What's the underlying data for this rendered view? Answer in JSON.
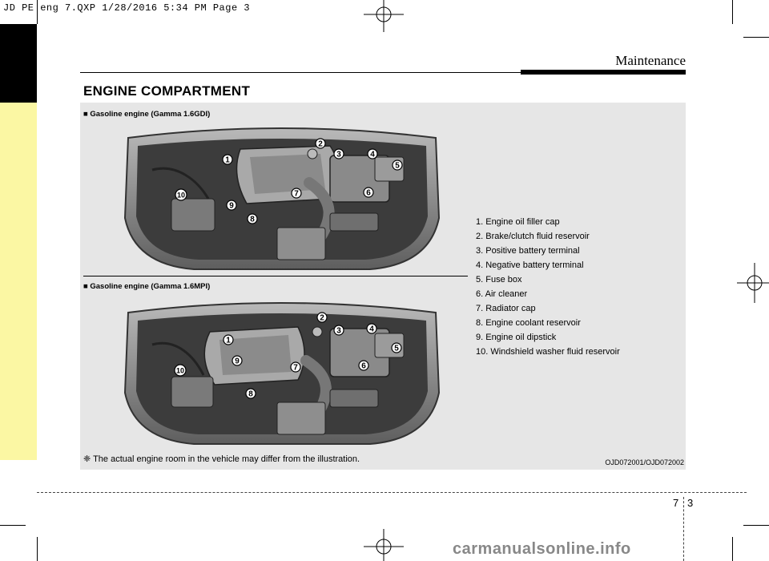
{
  "slug": "JD PE eng 7.QXP  1/28/2016  5:34 PM  Page 3",
  "header": {
    "section": "Maintenance"
  },
  "heading": "ENGINE COMPARTMENT",
  "captions": [
    "■ Gasoline engine (Gamma 1.6GDI)",
    "■ Gasoline engine (Gamma 1.6MPI)"
  ],
  "callouts_top": [
    "1",
    "2",
    "3",
    "4",
    "5",
    "6",
    "7",
    "8",
    "9",
    "10"
  ],
  "callouts_bottom": [
    "1",
    "2",
    "3",
    "4",
    "5",
    "6",
    "7",
    "8",
    "9",
    "10"
  ],
  "legend": [
    "1. Engine oil filler cap",
    "2. Brake/clutch fluid reservoir",
    "3. Positive battery terminal",
    "4. Negative battery terminal",
    "5. Fuse box",
    "6. Air cleaner",
    "7. Radiator cap",
    "8. Engine coolant reservoir",
    "9. Engine oil dipstick",
    "10. Windshield washer fluid reservoir"
  ],
  "note": "❈ The actual engine room in the vehicle may differ from the illustration.",
  "image_code": "OJD072001/OJD072002",
  "page": {
    "chapter": "7",
    "number": "3"
  },
  "watermark": "carmanualsonline.info"
}
